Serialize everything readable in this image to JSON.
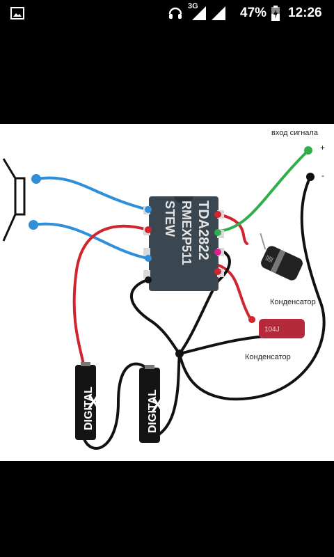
{
  "status_bar": {
    "network_type": "3G",
    "battery_percent": "47%",
    "time": "12:26",
    "icons": [
      "gallery-icon",
      "headset-icon",
      "signal-icon",
      "battery-charging-icon"
    ]
  },
  "image": {
    "labels": {
      "signal_input": "вход сигнала",
      "plus": "+",
      "minus": "-",
      "capacitor_1": "Конденсатор",
      "capacitor_2": "Конденсатор",
      "chip_text_1": "TDA2822",
      "chip_text_2": "RMEXP511",
      "chip_text_3": "STEW",
      "capacitor_value": "104J"
    },
    "colors": {
      "wire_blue": "#2f8fd8",
      "wire_red": "#d0242e",
      "wire_green": "#2fae49",
      "wire_black": "#111111",
      "chip": "#3b4750",
      "capacitor_small": "#b52a3a"
    }
  }
}
